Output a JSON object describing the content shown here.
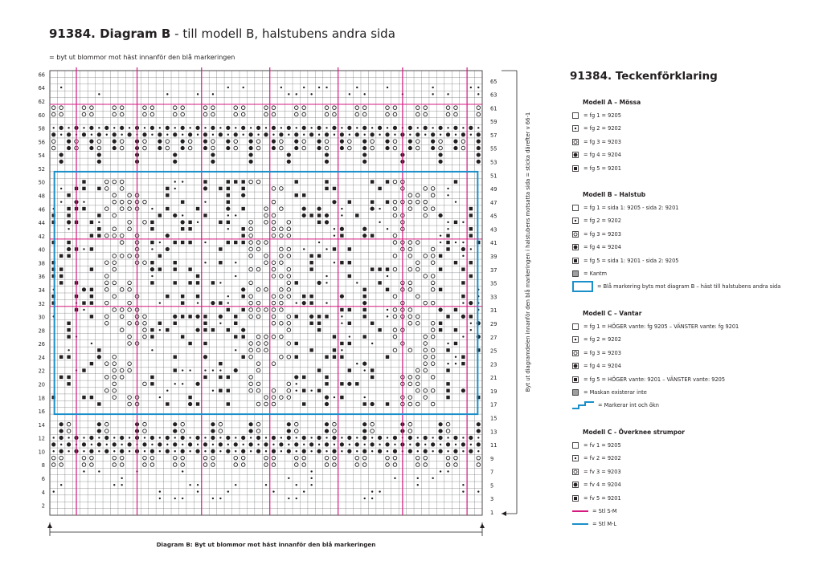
{
  "diagram": {
    "title_bold": "91384. Diagram B",
    "title_rest": " - till modell B, halstubens andra sida",
    "subtitle": "= byt ut  blommor mot häst innanför den blå markeringen",
    "bottom_caption": "Diagram B: Byt ut blommor mot häst innanför den blå markeringen",
    "vertical_caption": "Byt ut diagramdelen innanför den blå markeringen i halstubens motsatta sida = sticka därefter v 66-1",
    "columns": 57,
    "rows": 66,
    "left_row_labels": [
      "66",
      "64",
      "62",
      "60",
      "58",
      "56",
      "54",
      "52",
      "50",
      "48",
      "46",
      "44",
      "42",
      "40",
      "38",
      "36",
      "34",
      "32",
      "30",
      "28",
      "26",
      "24",
      "22",
      "20",
      "18",
      "16",
      "14",
      "12",
      "10",
      "8",
      "6",
      "4",
      "2"
    ],
    "right_row_labels": [
      "65",
      "63",
      "61",
      "59",
      "57",
      "55",
      "53",
      "51",
      "49",
      "47",
      "45",
      "43",
      "41",
      "39",
      "37",
      "35",
      "33",
      "31",
      "29",
      "27",
      "25",
      "23",
      "21",
      "19",
      "17",
      "15",
      "13",
      "11",
      "9",
      "7",
      "5",
      "3",
      "1"
    ],
    "size_marker_colors": {
      "s_m": "#d6197f",
      "m_l": "#1a8fc9"
    },
    "blue_frame": {
      "from_row": 16,
      "to_row": 51
    }
  },
  "legend": {
    "title": "91384. Teckenförklaring",
    "sections": [
      {
        "title": "Modell A – Mössa",
        "items": [
          {
            "symbol": "empty",
            "text": "= fg 1 = 9205"
          },
          {
            "symbol": "dot",
            "text": "= fg 2 = 9202"
          },
          {
            "symbol": "ring",
            "text": "= fg 3 = 9203"
          },
          {
            "symbol": "bigdot",
            "text": "= fg 4 = 9204"
          },
          {
            "symbol": "square",
            "text": "= fg 5 = 9201"
          }
        ]
      },
      {
        "title": "Modell B – Halstub",
        "items": [
          {
            "symbol": "empty",
            "text": "= fg 1 = sida 1: 9205 - sida 2: 9201"
          },
          {
            "symbol": "dot",
            "text": "= fg 2 = 9202"
          },
          {
            "symbol": "ring",
            "text": "= fg 3 = 9203"
          },
          {
            "symbol": "bigdot",
            "text": "= fg 4 = 9204"
          },
          {
            "symbol": "square",
            "text": "= fg 5 = sida 1: 9201 - sida 2: 9205"
          },
          {
            "symbol": "grey",
            "text": "= Kantm"
          },
          {
            "symbol": "bluebox",
            "text": "= Blå markering byts mot diagram B – häst till halstubens andra sida"
          }
        ]
      },
      {
        "title": "Modell C – Vantar",
        "items": [
          {
            "symbol": "empty",
            "text": "= fg 1 = HÖGER vante: fg 9205 – VÄNSTER vante: fg 9201"
          },
          {
            "symbol": "dot",
            "text": "= fg 2 = 9202"
          },
          {
            "symbol": "ring",
            "text": "= fg 3 = 9203"
          },
          {
            "symbol": "bigdot",
            "text": "= fg 4 = 9204"
          },
          {
            "symbol": "square",
            "text": "= fg 5 = HÖGER vante: 9201 – VÄNSTER vante: 9205"
          },
          {
            "symbol": "grey",
            "text": "= Maskan existerar inte"
          },
          {
            "symbol": "step",
            "text": "= Markerar int och ökn"
          }
        ]
      },
      {
        "title": "Modell C - Överknee strumpor",
        "items": [
          {
            "symbol": "empty",
            "text": "= fv 1 = 9205"
          },
          {
            "symbol": "dot",
            "text": "= fv 2 = 9202"
          },
          {
            "symbol": "ring",
            "text": "= fv 3 = 9203"
          },
          {
            "symbol": "bigdot",
            "text": "= fv 4 = 9204"
          },
          {
            "symbol": "square",
            "text": "= fv 5 = 9201"
          },
          {
            "symbol": "pinkline",
            "text": "= Stl S-M"
          },
          {
            "symbol": "blueline",
            "text": "= Stl M-L"
          }
        ]
      }
    ]
  }
}
